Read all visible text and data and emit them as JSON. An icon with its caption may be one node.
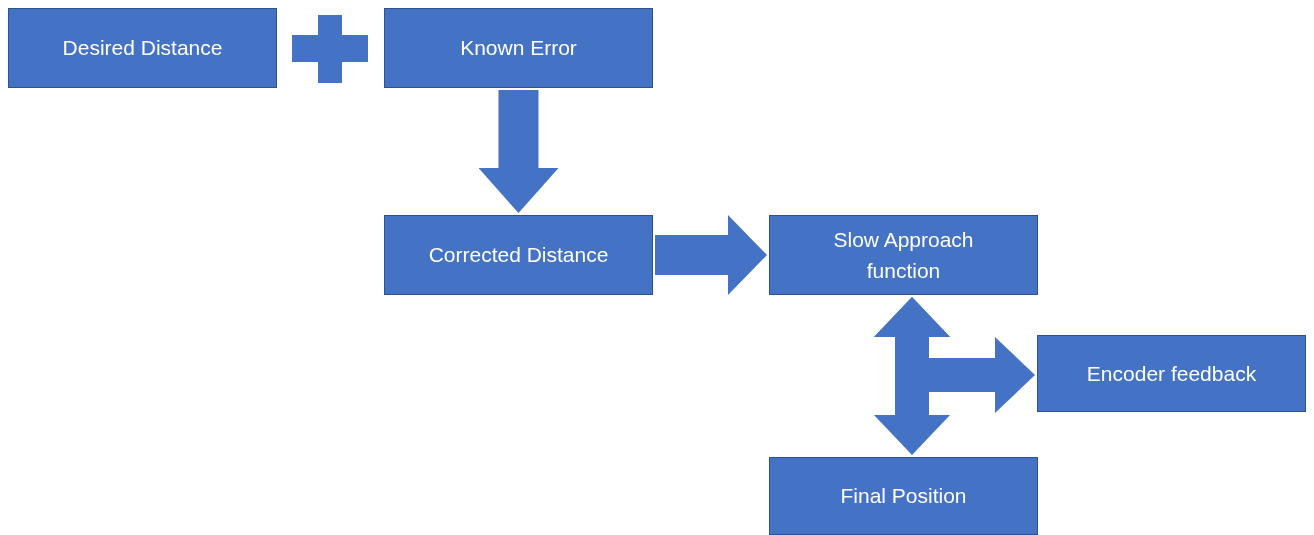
{
  "diagram": {
    "nodes": [
      {
        "text": [
          "Desired Distance"
        ]
      },
      {
        "text": [
          "Known Error"
        ]
      },
      {
        "text": [
          "Corrected Distance"
        ]
      },
      {
        "text": [
          "Slow Approach function"
        ]
      },
      {
        "text": [
          "Encoder feedback"
        ]
      },
      {
        "text": [
          "Final Position"
        ]
      }
    ],
    "edges": [
      {
        "from": 1,
        "to": 2,
        "arrow": "to"
      },
      {
        "from": 2,
        "to": 3,
        "arrow": "to"
      },
      {
        "from": 3,
        "to": 5,
        "arrow": "both"
      },
      {
        "from": 3,
        "to": 4,
        "arrow": "both"
      }
    ]
  }
}
